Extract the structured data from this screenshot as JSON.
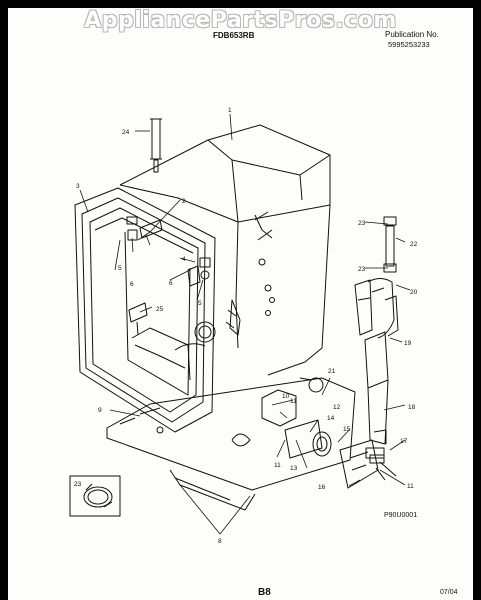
{
  "watermark": "AppliancePartsPros.com",
  "header": {
    "model": "FDB653RB",
    "publication_label": "Publication No.",
    "publication_number": "5995253233"
  },
  "footer": {
    "part_code": "P90U0001",
    "page": "B8",
    "date": "07/04"
  },
  "callouts": {
    "c1": "1",
    "c2": "2",
    "c3": "3",
    "c4": "4",
    "c5": "5",
    "c6": "6",
    "c8": "8",
    "c9": "9",
    "c10": "10",
    "c11a": "11",
    "c11b": "11",
    "c11c": "11",
    "c12": "12",
    "c13": "13",
    "c14": "14",
    "c15": "15",
    "c16": "16",
    "c17": "17",
    "c18": "18",
    "c19": "19",
    "c20": "20",
    "c21": "21",
    "c22": "22",
    "c23a": "23",
    "c23b": "23",
    "c24": "24",
    "c25": "25"
  },
  "colors": {
    "ink": "#111111",
    "paper": "#fdfdfb",
    "background": "#000000"
  }
}
